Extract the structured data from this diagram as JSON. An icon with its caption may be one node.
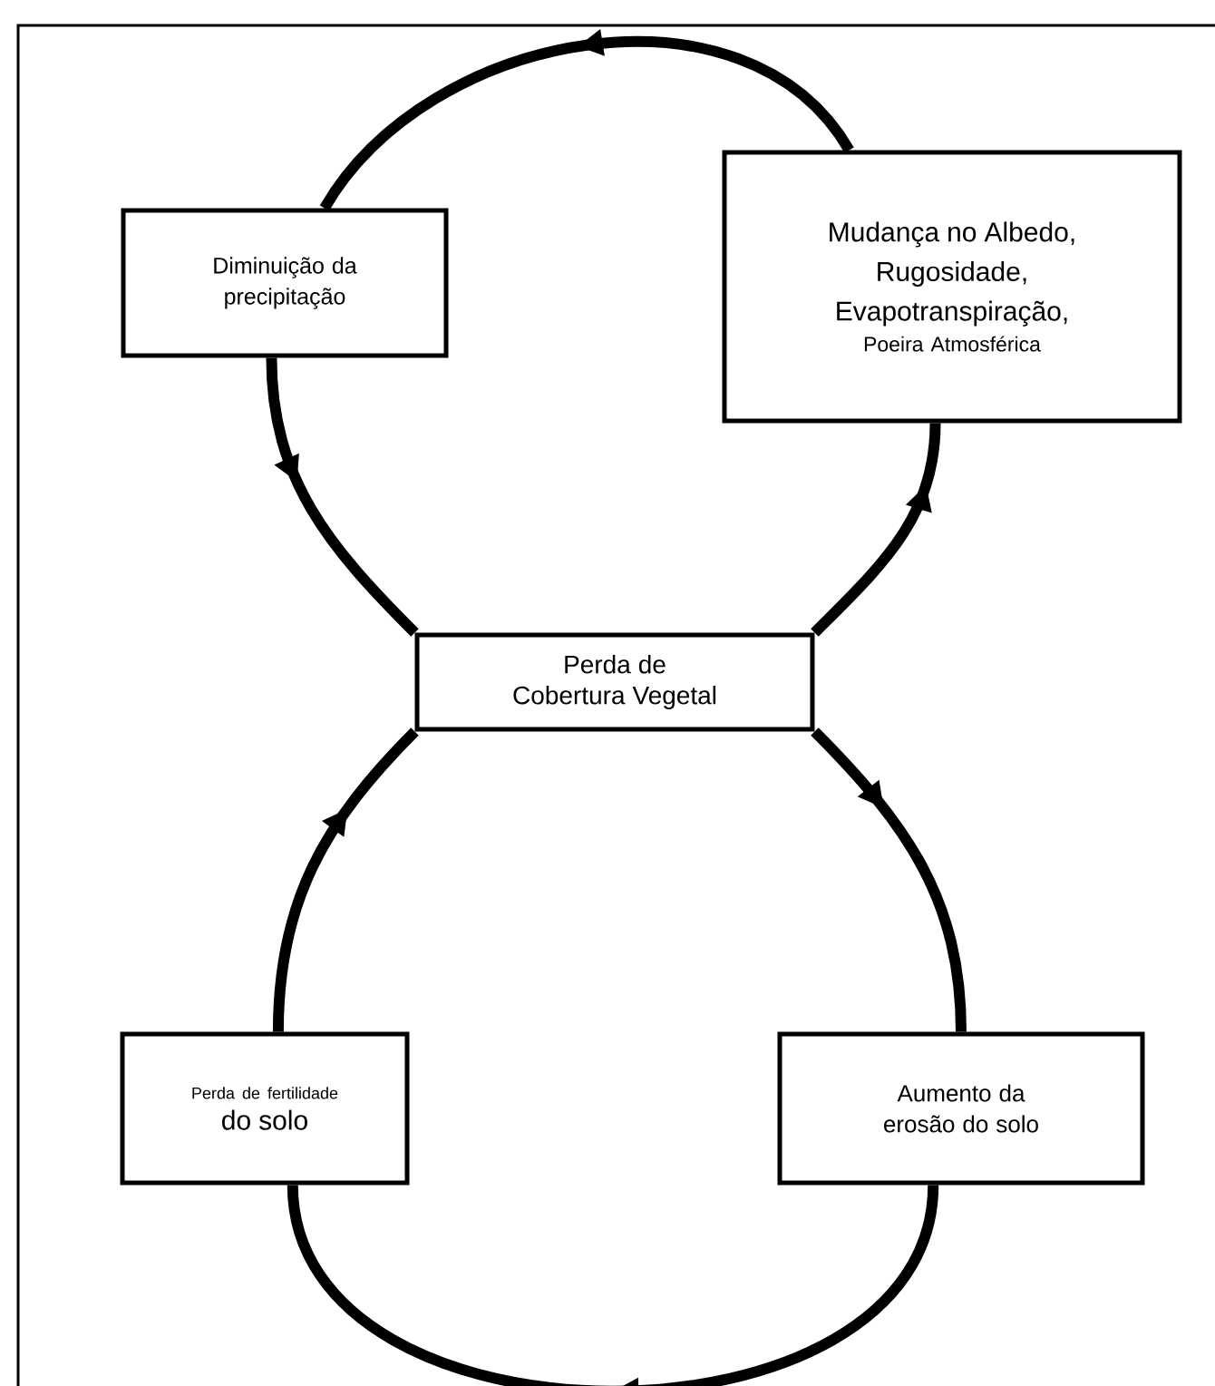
{
  "diagram": {
    "nodes": [
      {
        "text": [
          "Diminuição da precipitação"
        ]
      },
      {
        "text": [
          "Mudança no Albedo, Rugosidade, Evapotranspiração,",
          "Poeira Atmosférica"
        ]
      },
      {
        "text": [
          "Perda de Cobertura Vegetal"
        ]
      },
      {
        "text": [
          "Perda de fertilidade",
          "do solo"
        ]
      },
      {
        "text": [
          "Aumento da erosão do solo"
        ]
      }
    ],
    "edges": [
      {
        "from": 2,
        "to": 1,
        "arrow": "to"
      },
      {
        "from": 1,
        "to": 0,
        "arrow": "to"
      },
      {
        "from": 0,
        "to": 2,
        "arrow": "to"
      },
      {
        "from": 2,
        "to": 4,
        "arrow": "to"
      },
      {
        "from": 4,
        "to": 3,
        "arrow": "to"
      },
      {
        "from": 3,
        "to": 2,
        "arrow": "to"
      }
    ]
  }
}
